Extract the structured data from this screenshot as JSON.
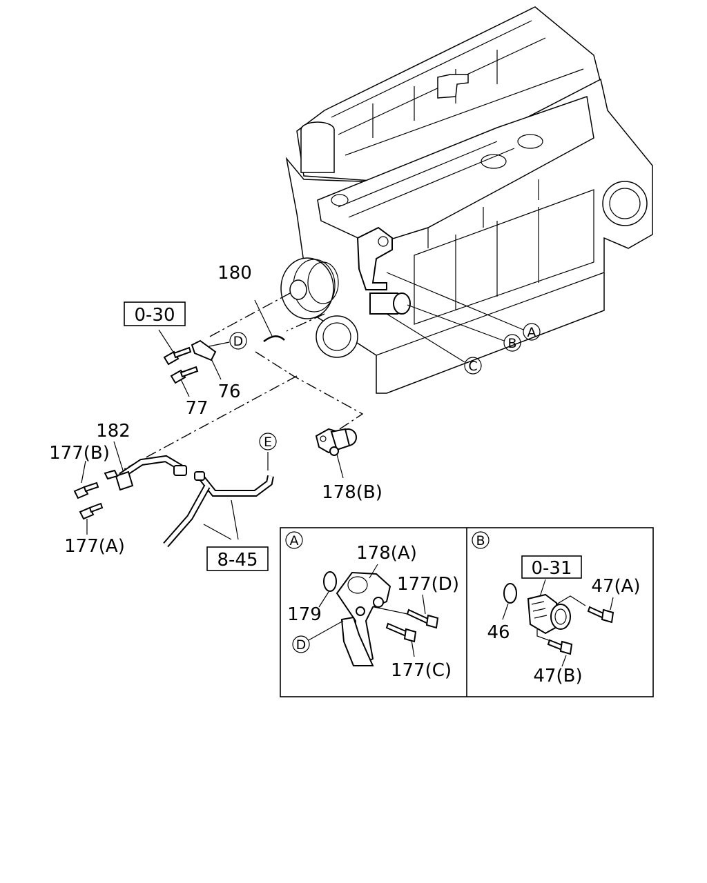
{
  "refs": {
    "ref_0_30": "0-30",
    "ref_8_45": "8-45",
    "ref_0_31": "0-31"
  },
  "labels": {
    "p180": "180",
    "p76": "76",
    "p77": "77",
    "p182": "182",
    "p177b": "177(B)",
    "p177a": "177(A)",
    "p178b": "178(B)",
    "p178a": "178(A)",
    "p177d": "177(D)",
    "p177c": "177(C)",
    "p179": "179",
    "p46": "46",
    "p47a": "47(A)",
    "p47b": "47(B)"
  },
  "callouts": {
    "A": "A",
    "B": "B",
    "C": "C",
    "D": "D",
    "E": "E"
  },
  "insets": {
    "left_letter": "A",
    "right_letter": "B"
  }
}
